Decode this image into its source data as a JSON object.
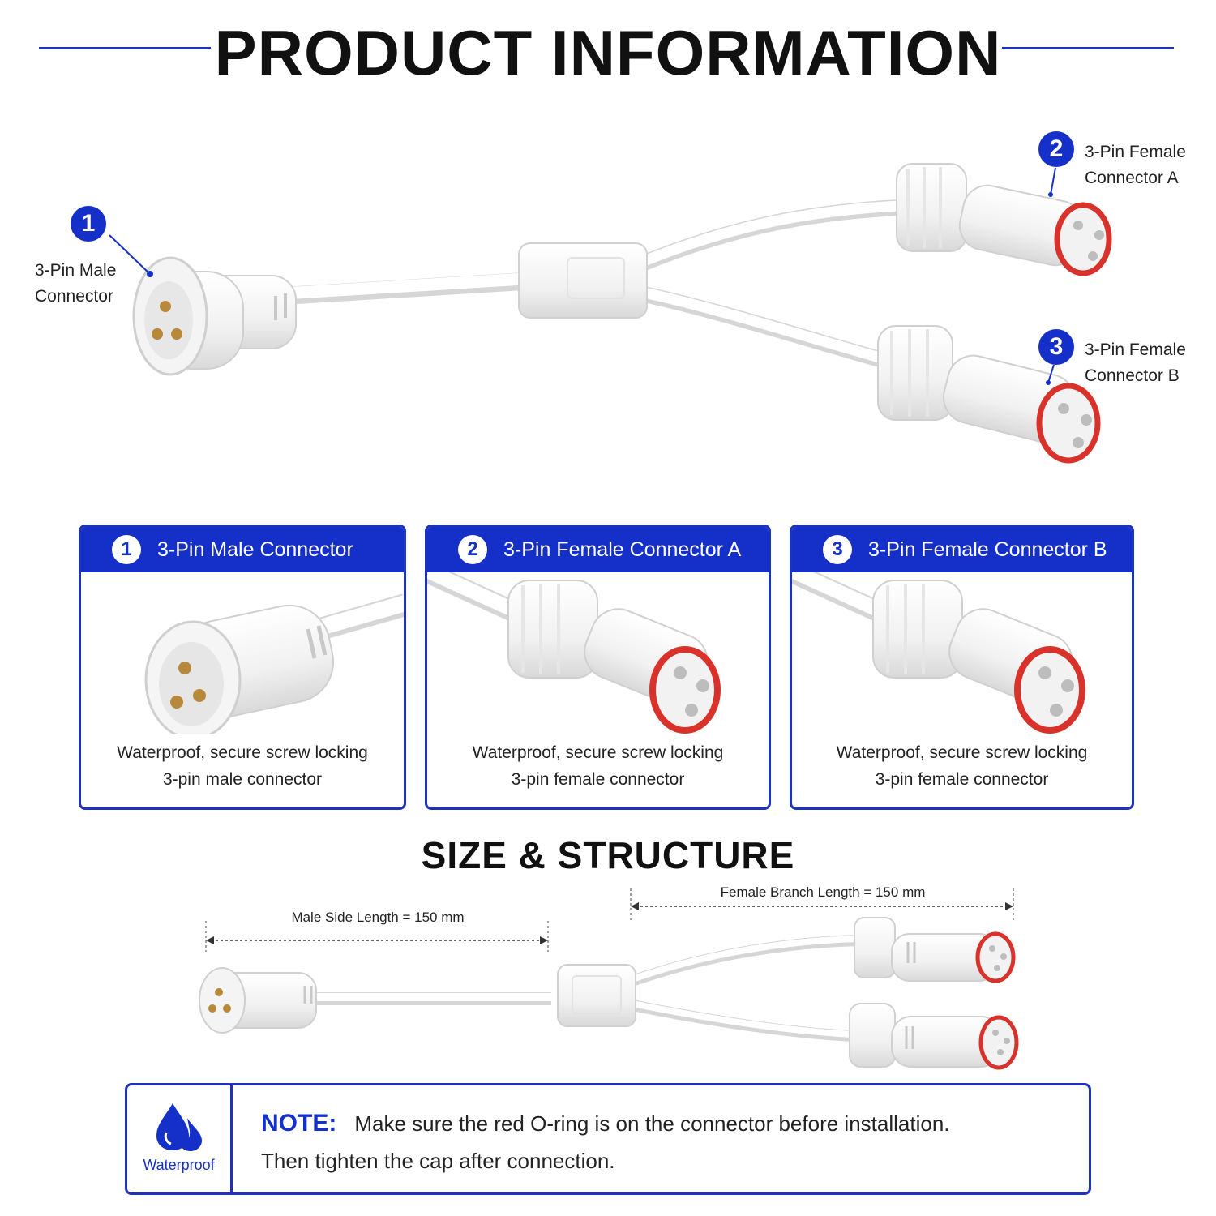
{
  "header": {
    "title": "PRODUCT INFORMATION"
  },
  "callouts": [
    {
      "num": "1",
      "line1": "3-Pin Male",
      "line2": "Connector"
    },
    {
      "num": "2",
      "line1": "3-Pin Female",
      "line2": "Connector A"
    },
    {
      "num": "3",
      "line1": "3-Pin Female",
      "line2": "Connector B"
    }
  ],
  "cards": [
    {
      "num": "1",
      "title": "3-Pin Male Connector",
      "desc1": "Waterproof, secure screw locking",
      "desc2": "3-pin male connector"
    },
    {
      "num": "2",
      "title": "3-Pin Female Connector A",
      "desc1": "Waterproof, secure screw locking",
      "desc2": "3-pin female connector"
    },
    {
      "num": "3",
      "title": "3-Pin Female Connector B",
      "desc1": "Waterproof, secure screw locking",
      "desc2": "3-pin female connector"
    }
  ],
  "size": {
    "title": "SIZE & STRUCTURE",
    "male_length": "Male Side Length = 150 mm",
    "female_length": "Female Branch Length = 150 mm"
  },
  "note": {
    "icon_label": "Waterproof",
    "heading": "NOTE:",
    "line1": "Make sure the red O-ring is on the connector before installation.",
    "line2": "Then tighten the cap after connection."
  },
  "colors": {
    "accent": "#1530c8",
    "oring": "#d8322a",
    "body": "#f2f2f2"
  }
}
